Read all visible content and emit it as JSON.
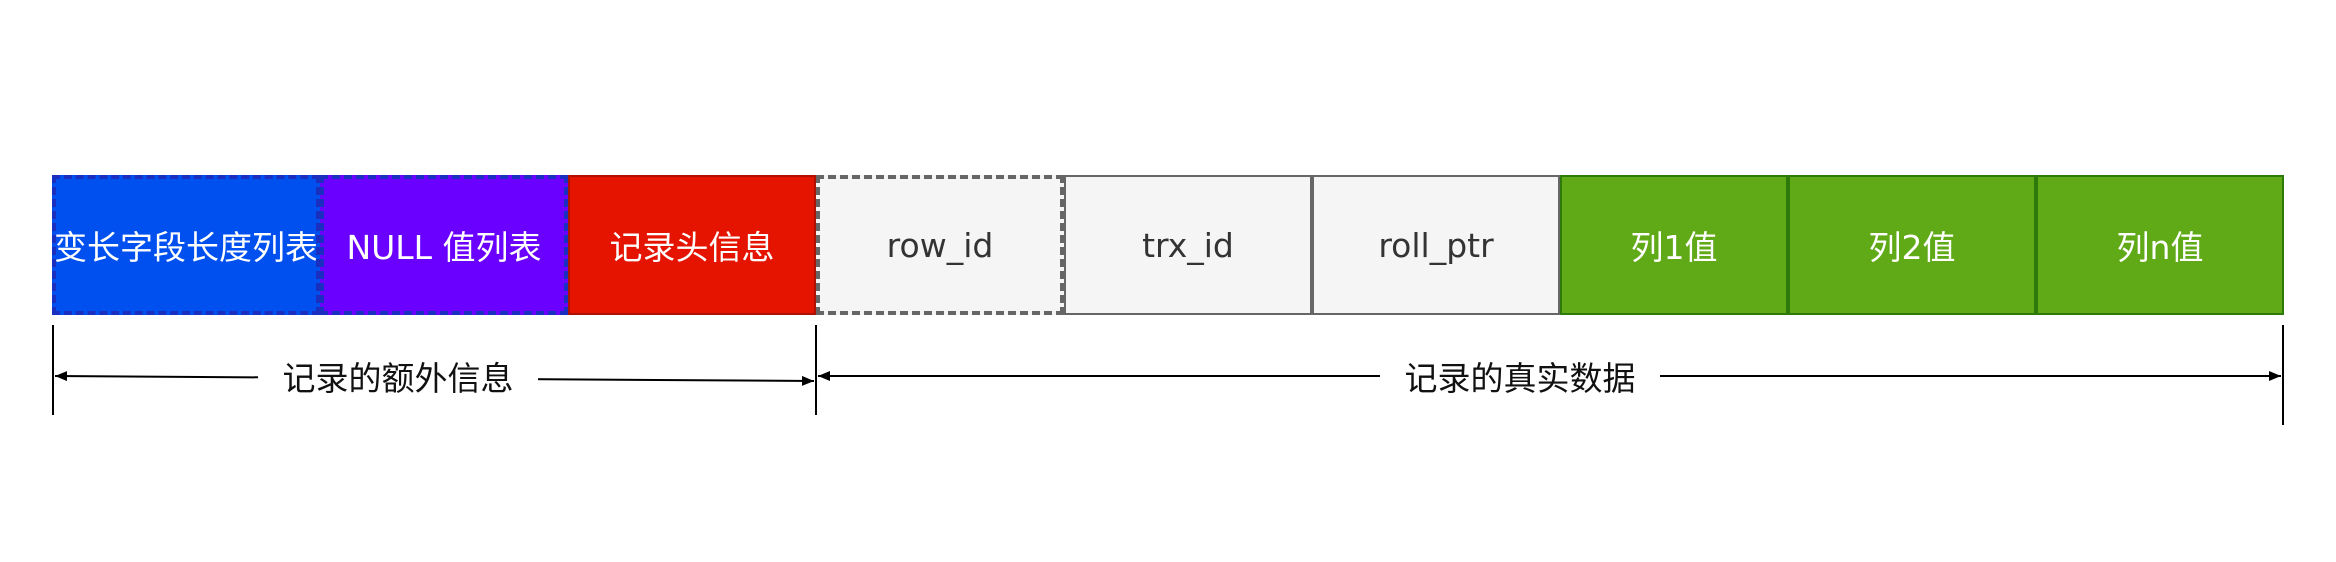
{
  "colors": {
    "blue": "#0050ef",
    "purple": "#6a00ff",
    "red": "#e51400",
    "gray": "#f5f5f5",
    "green": "#60a917",
    "light_text": "#ffffff",
    "dark_text": "#333333"
  },
  "fields": [
    {
      "label": "变长字段长度列表",
      "fill": "blue"
    },
    {
      "label": "NULL 值列表",
      "fill": "purple"
    },
    {
      "label": "记录头信息",
      "fill": "red"
    },
    {
      "label": "row_id",
      "fill": "gray"
    },
    {
      "label": "trx_id",
      "fill": "gray"
    },
    {
      "label": "roll_ptr",
      "fill": "gray"
    },
    {
      "label": "列1值",
      "fill": "green"
    },
    {
      "label": "列2值",
      "fill": "green"
    },
    {
      "label": "列n值",
      "fill": "green"
    }
  ],
  "spans": {
    "extra": {
      "label": "记录的额外信息"
    },
    "real": {
      "label": "记录的真实数据"
    }
  }
}
